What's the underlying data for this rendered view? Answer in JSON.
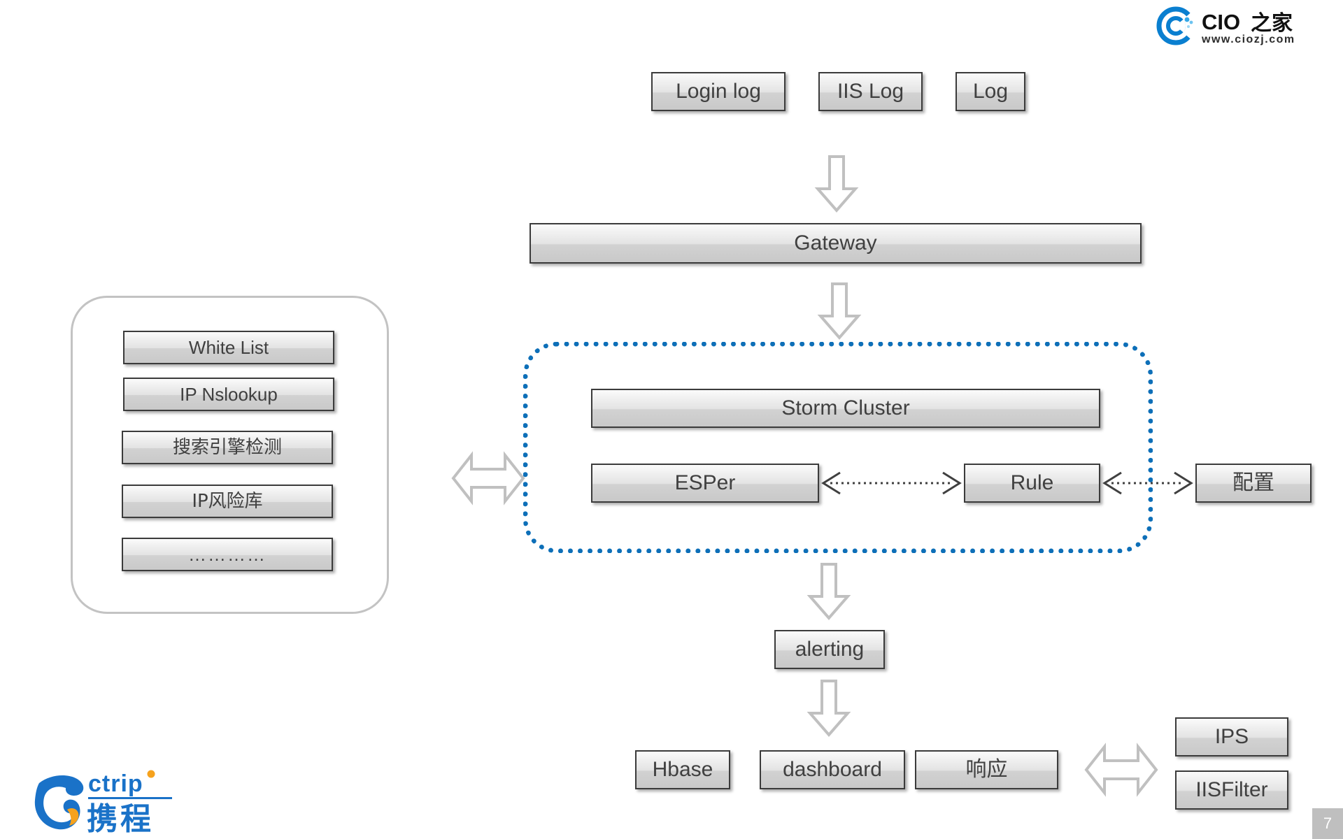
{
  "slide": {
    "page_number": "7",
    "accent_blue": "#0d6fb8",
    "box_border": "#3b3b3b",
    "arrow_outline": "#c0c0c0",
    "page_badge_bg": "#bfbfbf"
  },
  "branding": {
    "cio": {
      "name": "CIO之家",
      "url": "www.ciozj.com",
      "color": "#0a7fd0"
    },
    "ctrip": {
      "latin": "ctrip",
      "chinese": "携程",
      "color": "#1a72c8",
      "accent": "#f6a21d"
    }
  },
  "sources": {
    "items": [
      {
        "label": "Login log"
      },
      {
        "label": "IIS Log"
      },
      {
        "label": "Log"
      }
    ]
  },
  "gateway": {
    "label": "Gateway"
  },
  "enrichment_panel": {
    "items": [
      {
        "label": "White List"
      },
      {
        "label": "IP Nslookup"
      },
      {
        "label": "搜索引擎检测"
      },
      {
        "label": "IP风险库"
      },
      {
        "label": "…………"
      }
    ]
  },
  "cluster": {
    "storm": {
      "label": "Storm Cluster"
    },
    "esper": {
      "label": "ESPer"
    },
    "rule": {
      "label": "Rule"
    }
  },
  "config": {
    "label": "配置"
  },
  "alerting": {
    "label": "alerting"
  },
  "outputs": {
    "items": [
      {
        "label": "Hbase"
      },
      {
        "label": "dashboard"
      },
      {
        "label": "响应"
      }
    ]
  },
  "enforcement": {
    "items": [
      {
        "label": "IPS"
      },
      {
        "label": "IISFilter"
      }
    ]
  }
}
